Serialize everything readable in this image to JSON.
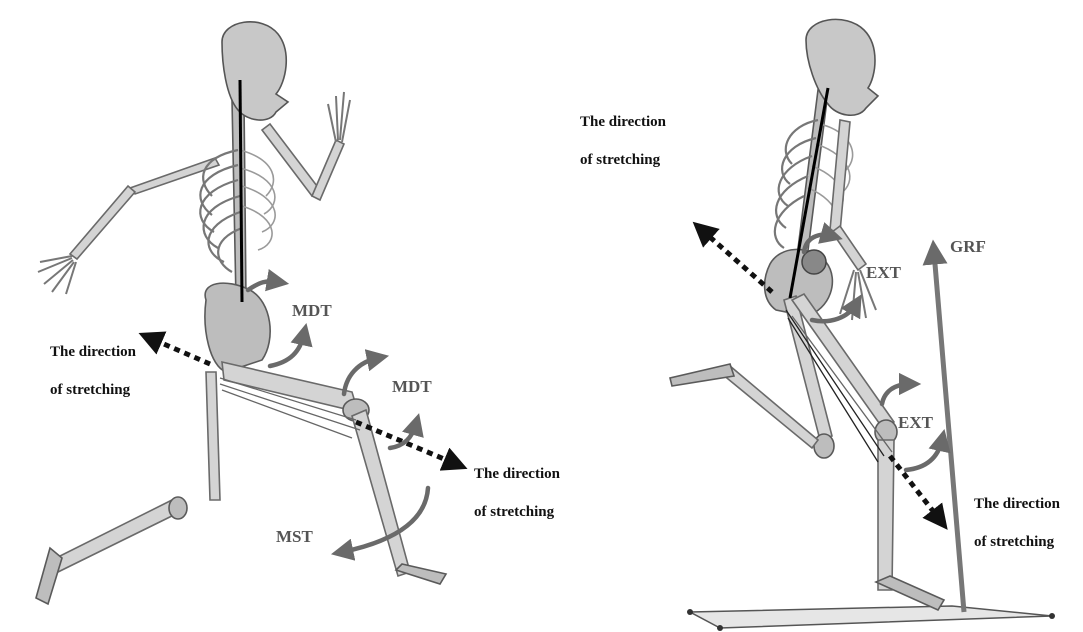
{
  "left_panel": {
    "stretch_labels": [
      {
        "line1": "The direction",
        "line2": "of stretching"
      },
      {
        "line1": "The direction",
        "line2": "of stretching"
      }
    ],
    "torque_labels": [
      "MDT",
      "MDT",
      "MST"
    ]
  },
  "right_panel": {
    "stretch_labels": [
      {
        "line1": "The direction",
        "line2": "of stretching"
      },
      {
        "line1": "The direction",
        "line2": "of stretching"
      }
    ],
    "torque_labels": [
      "EXT",
      "EXT"
    ],
    "force_label": "GRF"
  }
}
